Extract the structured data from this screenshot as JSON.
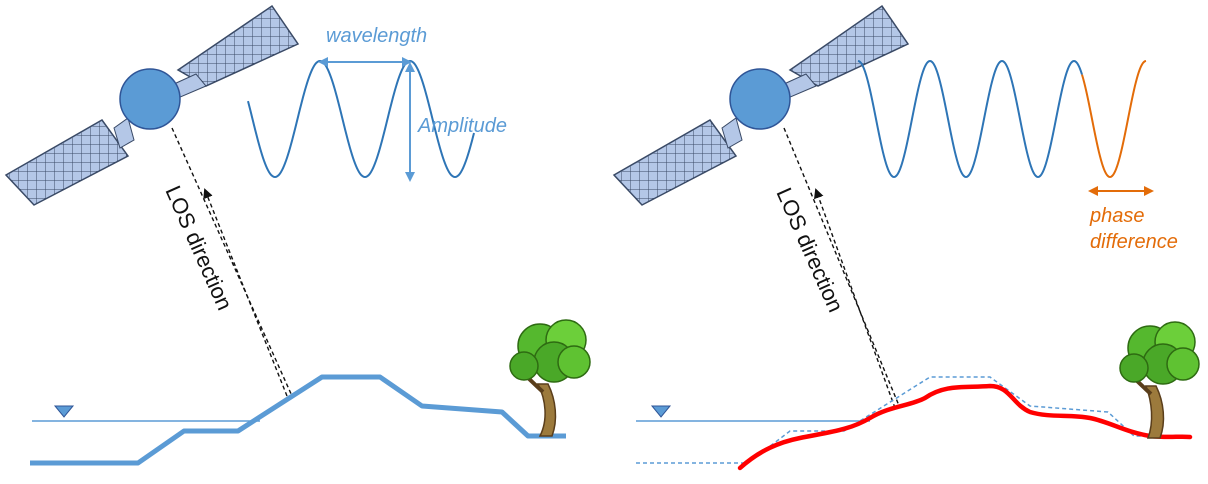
{
  "left_panel": {
    "wavelength_label": "wavelength",
    "amplitude_label": "Amplitude",
    "los_label": "LOS direction"
  },
  "right_panel": {
    "phase_label_line1": "phase",
    "phase_label_line2": "difference",
    "los_label": "LOS direction"
  },
  "colors": {
    "wave": "#2e75b6",
    "annotation_blue": "#5b9bd5",
    "phase": "#e36c09",
    "terrain_original": "#5b9bd5",
    "terrain_deformed": "#ff0000",
    "satellite_body": "#5b9bd5",
    "solar_panel": "#b4c7e7"
  },
  "icons": [
    "satellite-icon",
    "tree-icon",
    "water-level-icon"
  ]
}
